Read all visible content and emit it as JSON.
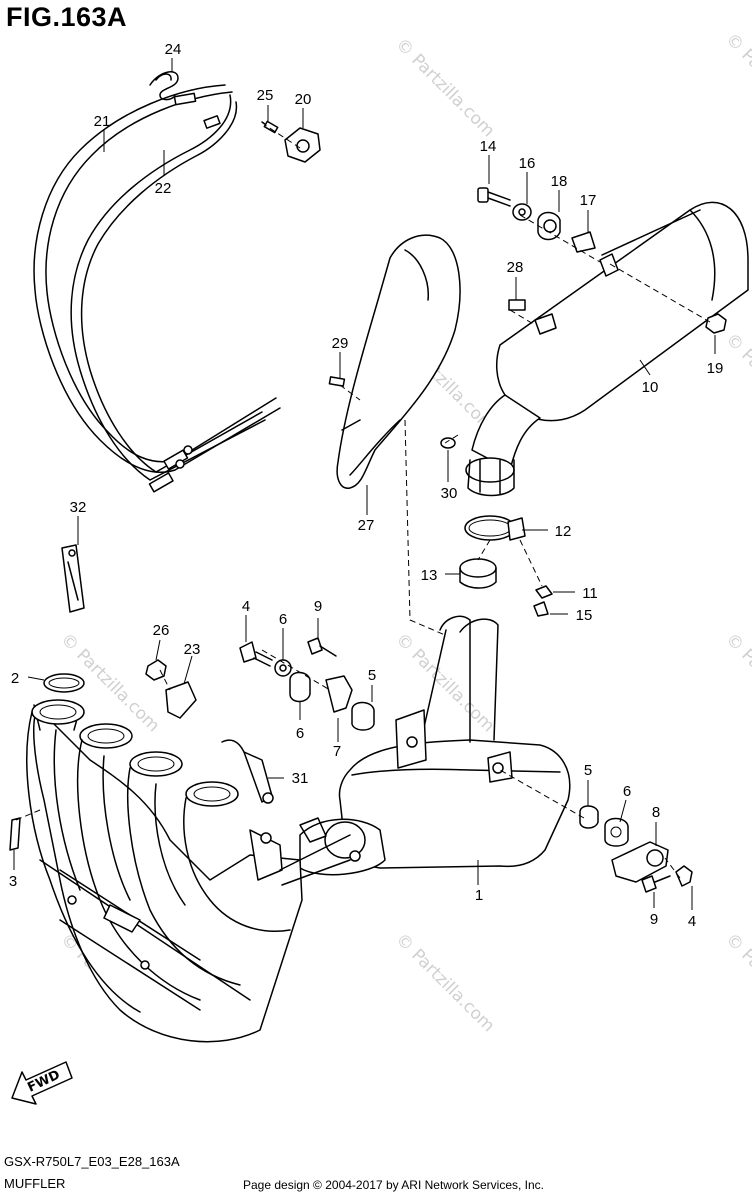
{
  "figure": {
    "title": "FIG.163A",
    "code": "GSX-R750L7_E03_E28_163A",
    "name": "MUFFLER",
    "copyright": "Page design © 2004-2017 by ARI Network Services, Inc."
  },
  "watermark": {
    "text": "© Partzilla.com",
    "color": "#d0d0d0"
  },
  "fwd_arrow": {
    "label": "FWD"
  },
  "callouts": [
    "1",
    "2",
    "3",
    "4",
    "5",
    "6",
    "7",
    "8",
    "9",
    "10",
    "11",
    "12",
    "13",
    "14",
    "15",
    "16",
    "17",
    "18",
    "19",
    "20",
    "21",
    "22",
    "23",
    "24",
    "25",
    "26",
    "27",
    "28",
    "29",
    "30",
    "31",
    "32"
  ]
}
